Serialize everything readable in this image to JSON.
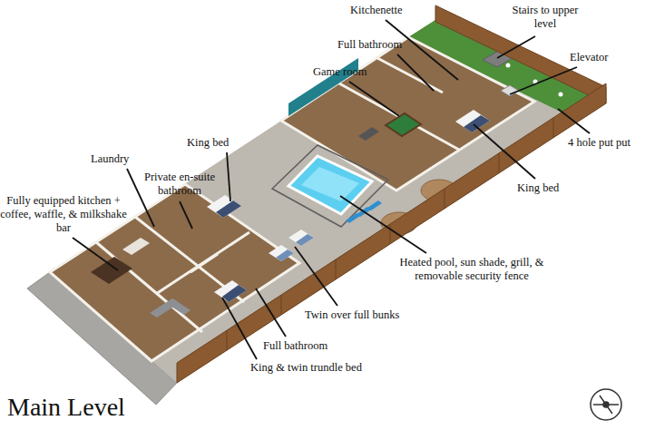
{
  "diagram": {
    "title": "Main Level",
    "labels": [
      "Kitchenette",
      "Stairs to upper level",
      "Full bathroom",
      "Elevator",
      "Game room",
      "King bed",
      "4 hole put put",
      "King bed",
      "Laundry",
      "Private en-suite bathroom",
      "Fully equipped kitchen + coffee, waffle, & milkshake bar",
      "Heated pool, sun shade, grill, & removable security fence",
      "Twin over full bunks",
      "Full bathroom",
      "King & twin trundle bed"
    ]
  }
}
